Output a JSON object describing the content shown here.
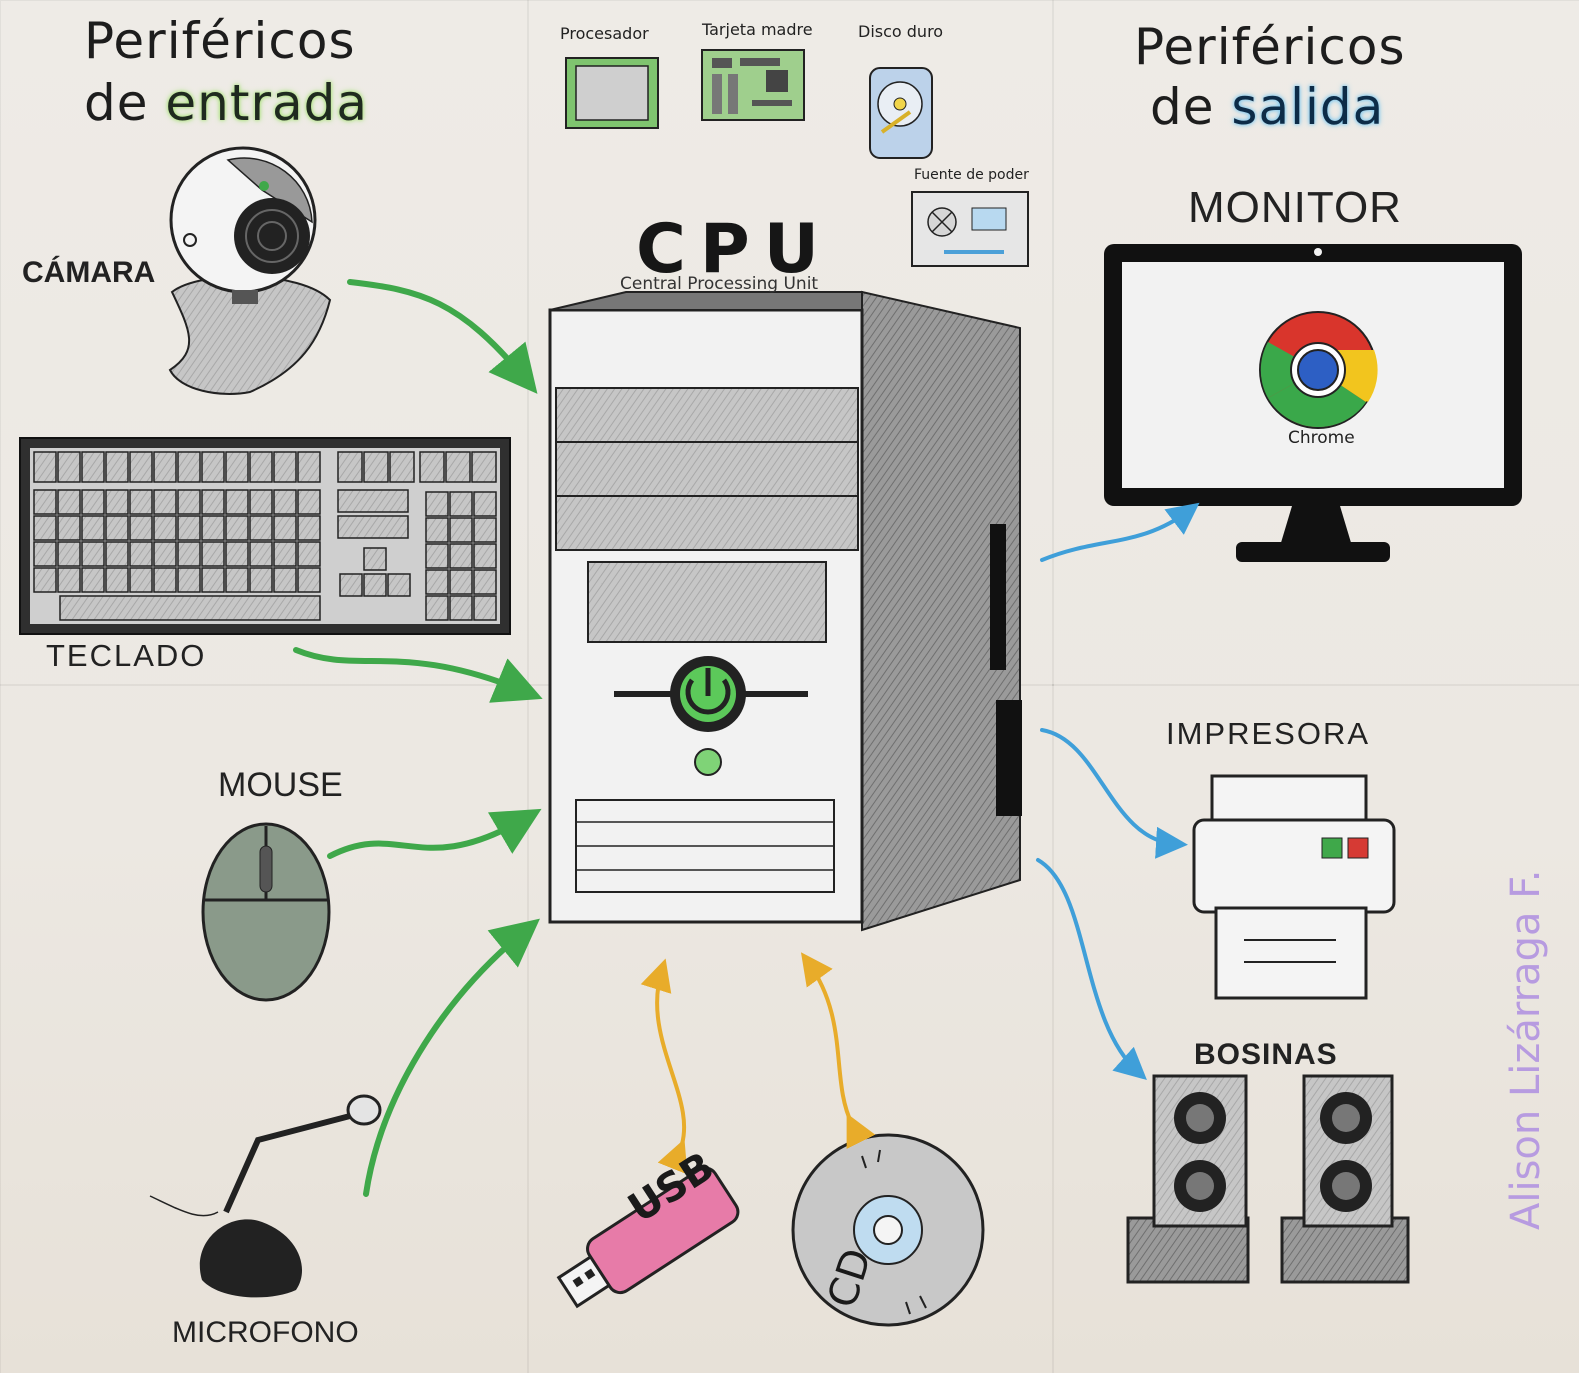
{
  "input_title": {
    "line1": "Periféricos",
    "line2_prefix": "de ",
    "line2_word": "entrada"
  },
  "output_title": {
    "line1": "Periféricos",
    "line2_prefix": "de ",
    "line2_word": "salida"
  },
  "components": {
    "processor": "Procesador",
    "motherboard": "Tarjeta madre",
    "hard_drive": "Disco duro",
    "power_supply": "Fuente de poder"
  },
  "cpu": {
    "title": "CPU",
    "subtitle": "Central Processing Unit"
  },
  "input_devices": {
    "camera": "CÁMARA",
    "keyboard": "TECLADO",
    "mouse": "MOUSE",
    "microphone": "MICROFONO"
  },
  "output_devices": {
    "monitor": "MONITOR",
    "printer": "IMPRESORA",
    "speakers": "BOSINAS"
  },
  "monitor_screen": {
    "browser_label": "Chrome"
  },
  "storage": {
    "usb": "USB",
    "cd": "CD"
  },
  "author": "Alison Lizárraga F.",
  "colors": {
    "input_arrow": "#3fa84a",
    "output_arrow": "#3f9fd9",
    "storage_arrow": "#e8ac2a",
    "author_text": "#b79be0",
    "usb_body": "#e77ba8",
    "power_green": "#5cc95a"
  }
}
